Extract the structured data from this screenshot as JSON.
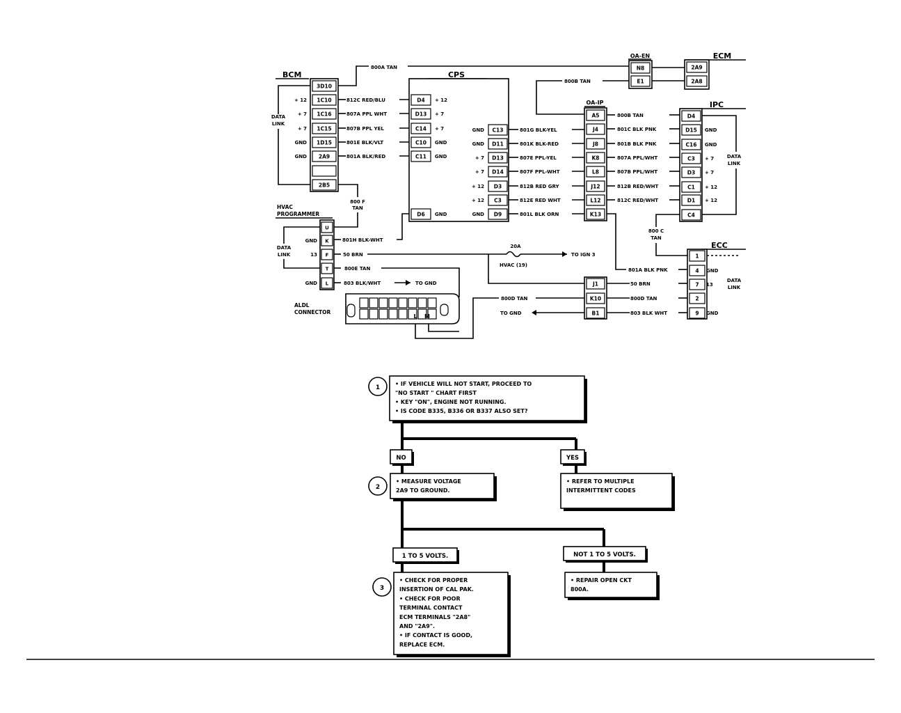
{
  "schematic": {
    "components": {
      "bcm": "BCM",
      "cps": "CPS",
      "ecm": "ECM",
      "ipc": "IPC",
      "ecc": "ECC",
      "oa_en": "OA-EN",
      "oa_ip": "OA-IP",
      "hvac_line1": "HVAC",
      "hvac_line2": "PROGRAMMER",
      "aldl_line1": "ALDL",
      "aldl_line2": "CONNECTOR"
    },
    "labels": {
      "data": "DATA",
      "link": "LINK",
      "gnd": "GND",
      "p12": "+ 12",
      "p7": "+ 7",
      "n13": "13",
      "to_gnd": "TO GND",
      "to_ign3": "TO IGN 3",
      "fuse_amps": "20A",
      "fuse_name": "HVAC (19)",
      "w800f_1": "800 F",
      "w800f_2": "TAN",
      "w800c_1": "800 C",
      "w800c_2": "TAN"
    },
    "bcm_pins": [
      "3D10",
      "1C10",
      "1C16",
      "1C15",
      "1D15",
      "2A9",
      "",
      "2B5"
    ],
    "bcm_wires": [
      "812C RED/BLU",
      "807A PPL WHT",
      "807B PPL YEL",
      "801E BLK/VLT",
      "801A BLK/RED"
    ],
    "cps_left_pins": [
      "D4",
      "D13",
      "C14",
      "C10",
      "C11"
    ],
    "cps_left_labels": [
      "+ 12",
      "+ 7",
      "+ 7",
      "GND",
      "GND"
    ],
    "cps_right_pins": [
      "C13",
      "D11",
      "D13",
      "D14",
      "D3",
      "C3",
      "D9"
    ],
    "cps_right_labels": [
      "GND",
      "GND",
      "+ 7",
      "+ 7",
      "+ 12",
      "+ 12",
      "GND"
    ],
    "cps_bottom_pin": "D6",
    "oaip_pins": [
      "A5",
      "J4",
      "J8",
      "K8",
      "L8",
      "J12",
      "L12",
      "K13"
    ],
    "oaip_left_wires": [
      "801G BLK-YEL",
      "801K BLK-RED",
      "807E PPL-YEL",
      "807F PPL-WHT",
      "812B RED GRY",
      "812E RED WHT",
      "801L BLK ORN"
    ],
    "oaip_right_wires": [
      "800B TAN",
      "801C BLK PNK",
      "801B BLK PNK",
      "807A PPL/WHT",
      "807B PPL/WHT",
      "812B RED/WHT",
      "812C RED/WHT"
    ],
    "ipc_pins": [
      "D4",
      "D15",
      "C16",
      "C3",
      "D3",
      "C1",
      "D1",
      "C4"
    ],
    "ipc_labels": [
      "",
      "GND",
      "GND",
      "+ 7",
      "+ 7",
      "+ 12",
      "+ 12",
      ""
    ],
    "oaen_pins": [
      "N8",
      "E1"
    ],
    "ecm_pins": [
      "2A9",
      "2A8"
    ],
    "hvac_pins": [
      "U",
      "K",
      "F",
      "T",
      "L"
    ],
    "hvac_labels": [
      "",
      "GND",
      "13",
      "",
      "GND"
    ],
    "hvac_wires": [
      "801H BLK-WHT",
      "50 BRN",
      "800E TAN",
      "803 BLK/WHT"
    ],
    "ecc_pins": [
      "1",
      "4",
      "7",
      "2",
      "9"
    ],
    "ecc_labels": [
      "",
      "GND",
      "13",
      "",
      "GND"
    ],
    "lower_pins": [
      "J1",
      "K10",
      "B1"
    ],
    "lower_wires": [
      "50 BRN",
      "800D TAN",
      "803 BLK WHT"
    ],
    "aldl_pins": [
      "L",
      "M"
    ],
    "wire_800a": "800A TAN",
    "wire_800b": "800B TAN",
    "wire_800d": "800D TAN",
    "wire_801a_pnk": "801A BLK PNK"
  },
  "flowchart": {
    "step1_num": "1",
    "step1_lines": [
      "•  IF VEHICLE WILL NOT START, PROCEED TO",
      "   \"NO START \" CHART FIRST",
      "•  KEY \"ON\", ENGINE NOT RUNNING.",
      "•  IS CODE B335, B336 OR B337 ALSO SET?"
    ],
    "no": "NO",
    "yes": "YES",
    "step2_num": "2",
    "step2_lines": [
      "•  MEASURE VOLTAGE",
      "   2A9 TO GROUND."
    ],
    "yes_lines": [
      "•  REFER TO MULTIPLE",
      "   INTERMITTENT CODES"
    ],
    "range_ok": "1 TO 5 VOLTS.",
    "range_bad": "NOT 1 TO 5 VOLTS.",
    "step3_num": "3",
    "step3_lines": [
      "•  CHECK FOR PROPER",
      "   INSERTION OF CAL PAK.",
      "•  CHECK FOR POOR",
      "   TERMINAL CONTACT",
      "   ECM TERMINALS \"2A8\"",
      "   AND \"2A9\".",
      "•  IF CONTACT IS GOOD,",
      "   REPLACE ECM."
    ],
    "repair_lines": [
      "•  REPAIR OPEN CKT",
      "   800A."
    ]
  }
}
